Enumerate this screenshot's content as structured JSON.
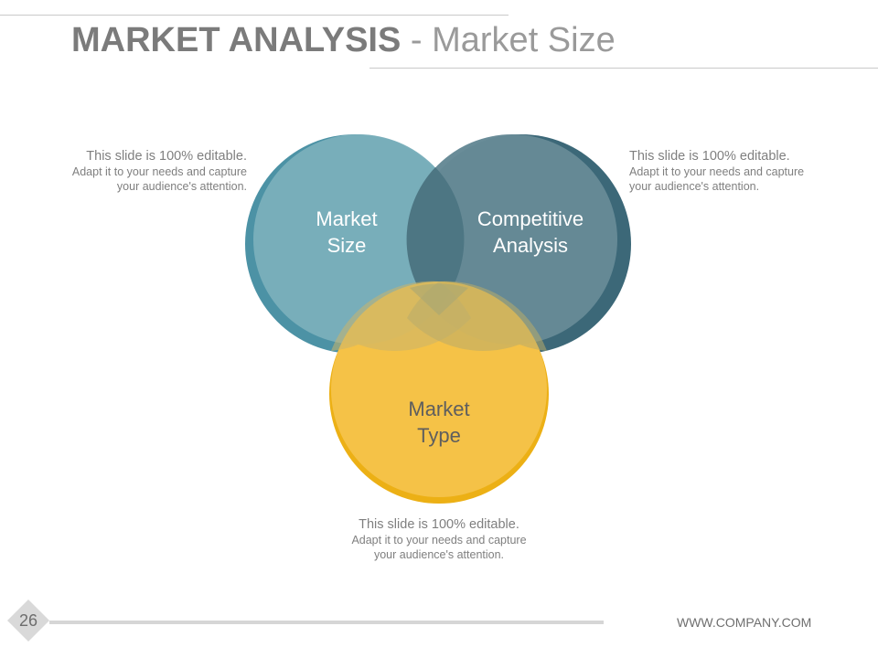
{
  "header": {
    "title_main": "MARKET ANALYSIS",
    "title_sub": " - Market Size"
  },
  "venn": {
    "circles": [
      {
        "label_line1": "Market",
        "label_line2": "Size",
        "color": "#4e97aa"
      },
      {
        "label_line1": "Competitive",
        "label_line2": "Analysis",
        "color": "#3f6c7b"
      },
      {
        "label_line1": "Market",
        "label_line2": "Type",
        "color": "#f2b820"
      }
    ]
  },
  "notes": {
    "left": {
      "line1": "This slide is 100% editable.",
      "line2": "Adapt it to your needs and capture",
      "line3": "your audience's attention."
    },
    "right": {
      "line1": "This slide is 100% editable.",
      "line2": "Adapt it to your needs and capture",
      "line3": "your audience's attention."
    },
    "bottom": {
      "line1": "This slide is 100% editable.",
      "line2": "Adapt it to your needs and capture",
      "line3": "your audience's attention."
    }
  },
  "footer": {
    "page_number": "26",
    "url": "WWW.COMPANY.COM"
  }
}
